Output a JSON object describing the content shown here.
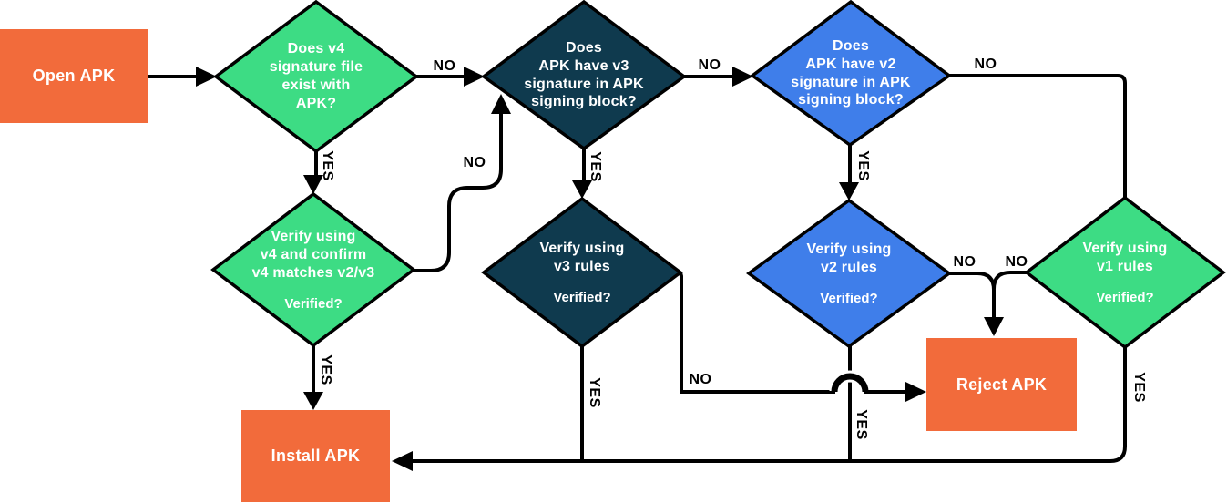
{
  "colors": {
    "orange": "#F26B3B",
    "green": "#3DDC84",
    "navy": "#0F3A4E",
    "blue": "#3F7EEA",
    "line": "#000000",
    "text_light": "#FFFFFF",
    "text_dark": "#000000"
  },
  "nodes": {
    "open": {
      "label": "Open APK"
    },
    "v4_exists": {
      "question": "Does v4\nsignature file\nexist with\nAPK?"
    },
    "v3_sig": {
      "question": "Does\nAPK have v3\nsignature in APK\nsigning block?"
    },
    "v2_sig": {
      "question": "Does\nAPK have v2\nsignature in APK\nsigning block?"
    },
    "v4_verify": {
      "question": "Verify using\nv4 and confirm\nv4 matches v2/v3",
      "verified": "Verified?"
    },
    "v3_verify": {
      "question": "Verify using\nv3 rules",
      "verified": "Verified?"
    },
    "v2_verify": {
      "question": "Verify using\nv2 rules",
      "verified": "Verified?"
    },
    "v1_verify": {
      "question": "Verify using\nv1 rules",
      "verified": "Verified?"
    },
    "reject": {
      "label": "Reject APK"
    },
    "install": {
      "label": "Install APK"
    }
  },
  "edges": {
    "v4_exists_no": "NO",
    "v4_exists_yes": "YES",
    "v3_sig_no": "NO",
    "v3_sig_yes": "YES",
    "v2_sig_no": "NO",
    "v2_sig_yes": "YES",
    "v4_verify_no": "NO",
    "v4_verify_yes": "YES",
    "v3_verify_no": "NO",
    "v3_verify_yes": "YES",
    "v2_verify_no": "NO",
    "v2_verify_yes": "YES",
    "v1_verify_no": "NO",
    "v1_verify_yes": "YES"
  }
}
